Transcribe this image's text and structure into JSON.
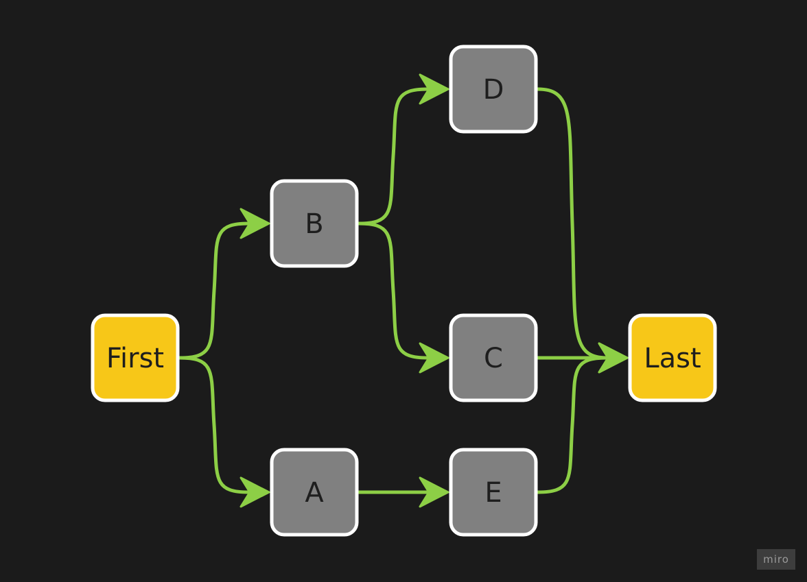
{
  "diagram": {
    "colors": {
      "background": "#1b1b1b",
      "edge": "#8dcf46",
      "endpoint_fill": "#f7c718",
      "step_fill": "#808080",
      "node_border": "#ffffff",
      "label": "#1e1e1e"
    },
    "nodes": [
      {
        "id": "first",
        "label": "First",
        "kind": "endpoint"
      },
      {
        "id": "b",
        "label": "B",
        "kind": "step"
      },
      {
        "id": "a",
        "label": "A",
        "kind": "step"
      },
      {
        "id": "d",
        "label": "D",
        "kind": "step"
      },
      {
        "id": "c",
        "label": "C",
        "kind": "step"
      },
      {
        "id": "e",
        "label": "E",
        "kind": "step"
      },
      {
        "id": "last",
        "label": "Last",
        "kind": "endpoint"
      }
    ],
    "edges": [
      {
        "from": "first",
        "to": "b"
      },
      {
        "from": "first",
        "to": "a"
      },
      {
        "from": "b",
        "to": "d"
      },
      {
        "from": "b",
        "to": "c"
      },
      {
        "from": "a",
        "to": "e"
      },
      {
        "from": "d",
        "to": "last"
      },
      {
        "from": "c",
        "to": "last"
      },
      {
        "from": "e",
        "to": "last"
      }
    ]
  },
  "watermark": {
    "label": "miro"
  }
}
